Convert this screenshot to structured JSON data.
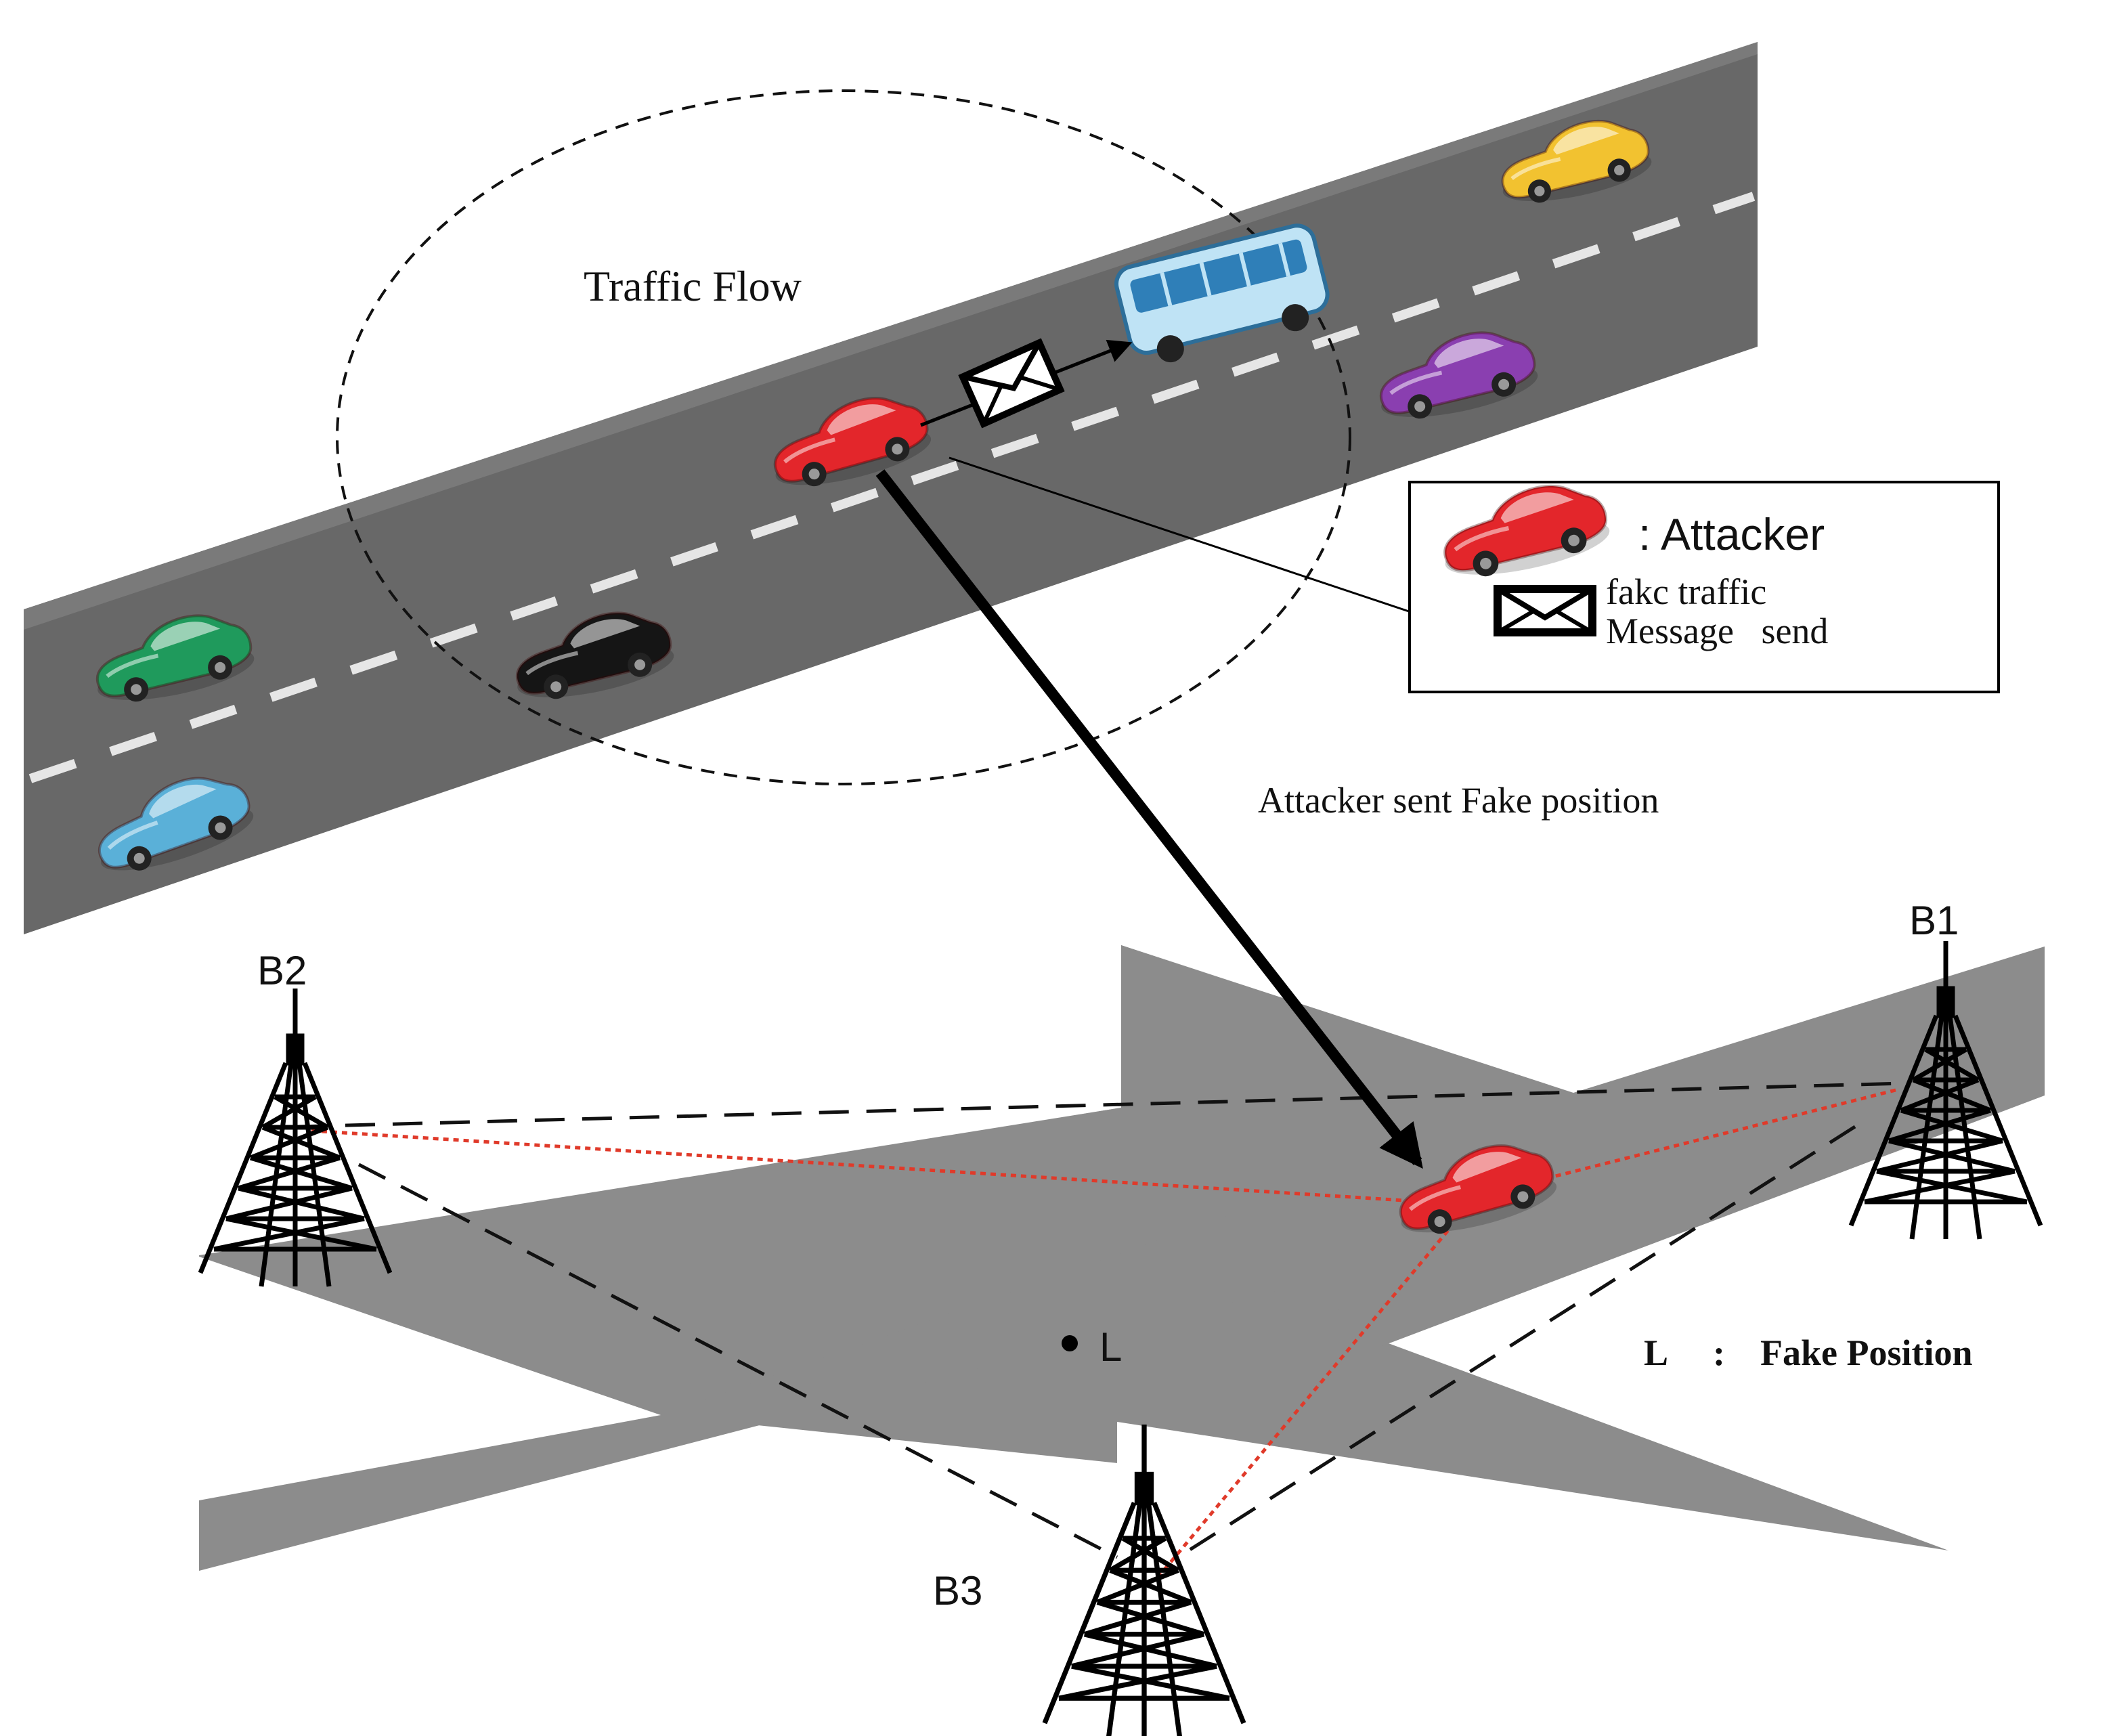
{
  "labels": {
    "traffic_flow": "Traffic Flow",
    "attacker_sent": "Attacker sent Fake position",
    "b1": "B1",
    "b2": "B2",
    "b3": "B3",
    "l_point": "L",
    "fake_position_key": "L",
    "fake_position_sep": ":",
    "fake_position_text": "Fake Position"
  },
  "legend": {
    "attacker": ": Attacker",
    "message_line1": "fakc traffic",
    "message_line2": "Message   send"
  },
  "colors": {
    "road": "#6a6a6a",
    "road_lower": "#8c8c8c",
    "lane_mark": "#e8e8e8",
    "attacker_car": "#e3262b",
    "red_dotted": "#e03a2a",
    "car_green": "#1f9a5c",
    "car_black": "#111111",
    "car_blue": "#5ab0d8",
    "car_purple": "#8a3fb0",
    "car_yellow": "#f2c230",
    "bus": "#bfe3f5"
  }
}
